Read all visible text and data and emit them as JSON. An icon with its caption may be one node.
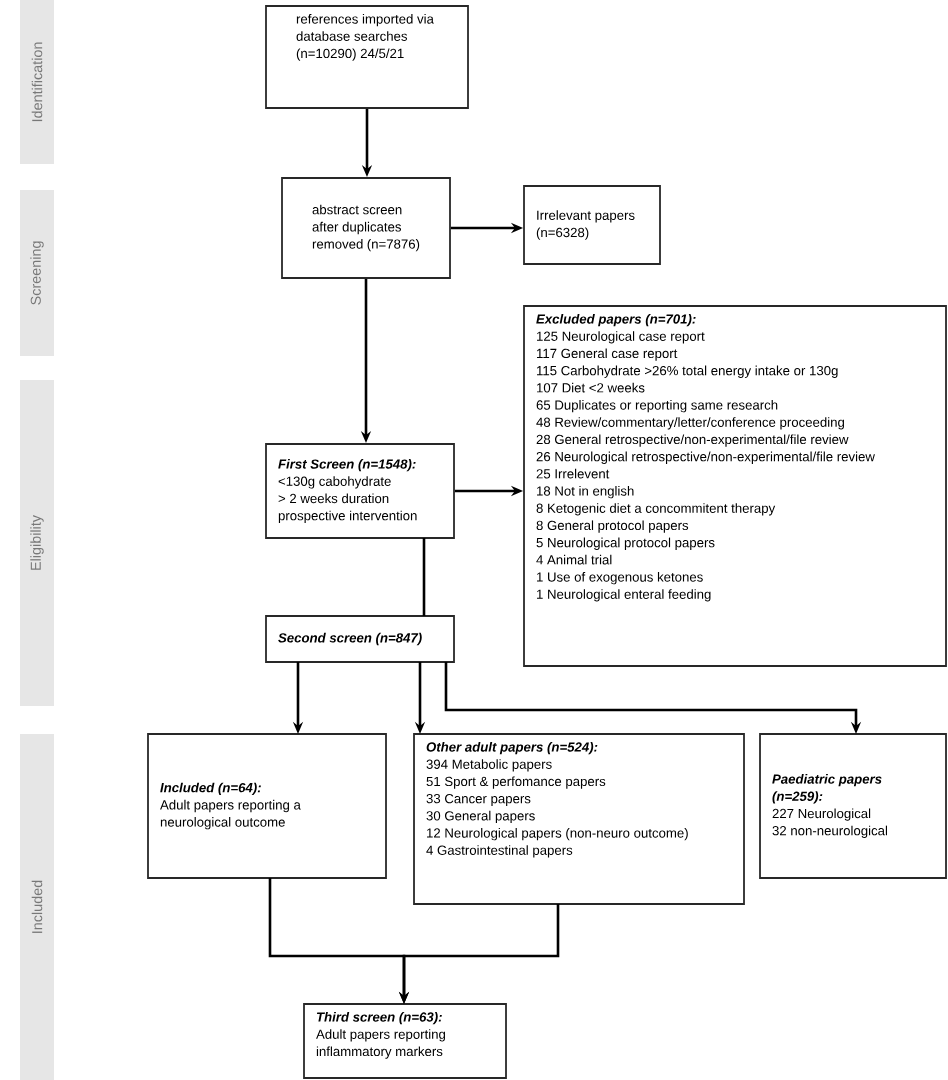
{
  "diagram": {
    "nodes": [
      {
        "text": [
          "Identification"
        ]
      },
      {
        "text": [
          "Screening"
        ]
      },
      {
        "text": [
          "Eligibility"
        ]
      },
      {
        "text": [
          "Included"
        ]
      },
      {
        "text": [
          "references imported via database searches (n=10290) 24/5/21"
        ]
      },
      {
        "text": [
          "abstract screen after duplicates removed (n=7876)"
        ]
      },
      {
        "text": [
          "Irrelevant papers (n=6328)"
        ]
      },
      {
        "text": [
          "First Screen (n=1548):",
          "<130g cabohydrate",
          "> 2 weeks duration",
          "prospective intervention"
        ]
      },
      {
        "text": [
          "Excluded papers (n=701):",
          "125 Neurological case report",
          "117 General case report",
          "115 Carbohydrate >26% total energy intake or 130g",
          "107 Diet <2 weeks",
          "65 Duplicates or reporting same research",
          "48 Review/commentary/letter/conference proceeding",
          "28 General retrospective/non-experimental/file review",
          "26 Neurological retrospective/non-experimental/file review",
          "25 Irrelevent",
          "18 Not in english",
          "8 Ketogenic diet a concommitent therapy",
          "8 General protocol papers",
          "5 Neurological protocol papers",
          "4 Animal trial",
          "1 Use of exogenous ketones",
          "1 Neurological enteral feeding"
        ]
      },
      {
        "text": [
          "Second screen (n=847)"
        ]
      },
      {
        "text": [
          "Included (n=64):",
          "Adult papers reporting a neurological outcome"
        ]
      },
      {
        "text": [
          "Other adult papers (n=524):",
          "394 Metabolic papers",
          "51 Sport & perfomance papers",
          "33 Cancer papers",
          "30 General papers",
          "12 Neurological  papers (non-neuro outcome)",
          "4 Gastrointestinal papers"
        ]
      },
      {
        "text": [
          "Paediatric papers (n=259):",
          "227 Neurological",
          "32 non-neurological"
        ]
      },
      {
        "text": [
          "Third screen (n=63):",
          "Adult papers reporting inflammatory markers"
        ]
      }
    ],
    "edges": [
      {
        "from": 4,
        "to": 5,
        "arrow": "to"
      },
      {
        "from": 5,
        "to": 6,
        "arrow": "to"
      },
      {
        "from": 5,
        "to": 7,
        "arrow": "to"
      },
      {
        "from": 7,
        "to": 8,
        "arrow": "to"
      },
      {
        "from": 7,
        "to": 9,
        "arrow": "none"
      },
      {
        "from": 9,
        "to": 10,
        "arrow": "to"
      },
      {
        "from": 9,
        "to": 11,
        "arrow": "to"
      },
      {
        "from": 9,
        "to": 12,
        "arrow": "to"
      },
      {
        "from": 10,
        "to": 13,
        "arrow": "to"
      },
      {
        "from": 11,
        "to": 13,
        "arrow": "to"
      }
    ]
  }
}
